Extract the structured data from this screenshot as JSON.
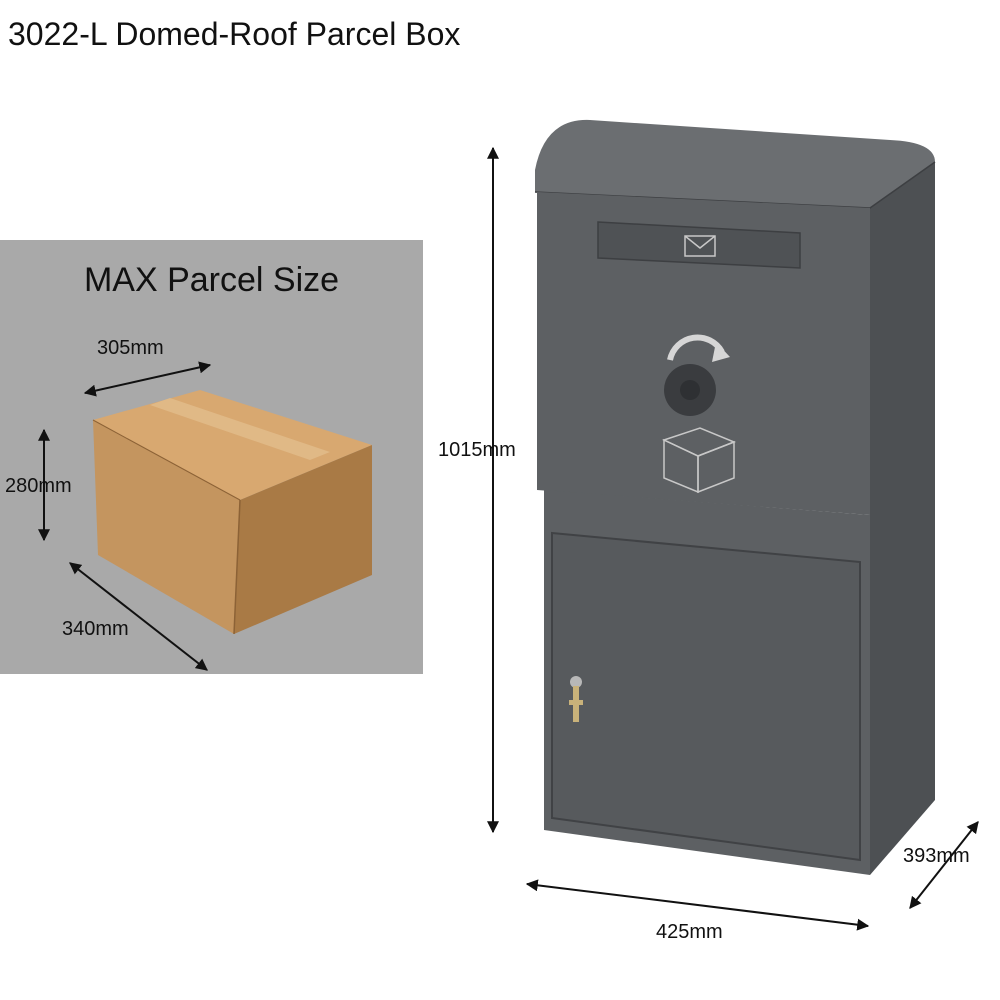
{
  "title": "3022-L Domed-Roof Parcel Box",
  "max_parcel": {
    "heading": "MAX Parcel Size",
    "width_label": "305mm",
    "height_label": "280mm",
    "depth_label": "340mm"
  },
  "product": {
    "height_label": "1015mm",
    "width_label": "425mm",
    "depth_label": "393mm"
  },
  "colors": {
    "box_body": "#5d6063",
    "panel_bg": "#a9a9a9",
    "cardboard": "#c4955f"
  }
}
